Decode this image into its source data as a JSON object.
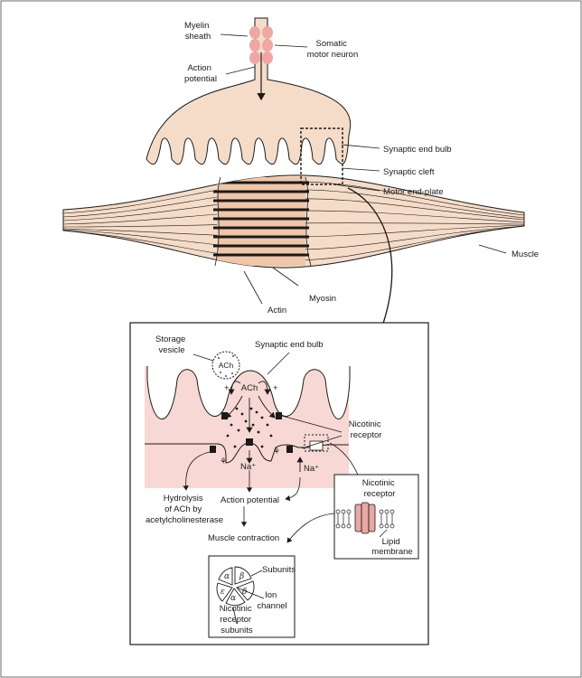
{
  "colors": {
    "tissue": "#f5dcc9",
    "tissue_dark": "#efc6a8",
    "myelin": "#f0a6a3",
    "membrane_band": "#f8d8d4",
    "line": "#1a1a1a",
    "outer_border": "#6b6b6b"
  },
  "overview": {
    "myelin_sheath": [
      "Myelin",
      "sheath"
    ],
    "somatic_motor_neuron": [
      "Somatic",
      "motor neuron"
    ],
    "action_potential": [
      "Action",
      "potential"
    ],
    "synaptic_end_bulb": "Synaptic end bulb",
    "synaptic_cleft": "Synaptic cleft",
    "motor_end_plate": "Motor end-plate",
    "muscle": "Muscle",
    "myosin": "Myosin",
    "actin": "Actin"
  },
  "detail": {
    "storage_vesicle": [
      "Storage",
      "vesicle"
    ],
    "vesicle_content": "ACh",
    "synaptic_end_bulb": "Synaptic end bulb",
    "ach": "ACh",
    "plus": "+",
    "nicotinic_receptor": [
      "Nicotinic",
      "receptor"
    ],
    "na_plus": "Na⁺",
    "hydrolysis": [
      "Hydrolysis",
      "of ACh by",
      "acetylcholinesterase"
    ],
    "action_potential": "Action potential",
    "muscle_contraction": "Muscle contraction"
  },
  "receptor_inset": {
    "title": [
      "Nicotinic",
      "receptor"
    ],
    "lipid_membrane": [
      "Lipid",
      "membrane"
    ]
  },
  "subunits_inset": {
    "subunits": "Subunits",
    "ion_channel": [
      "Ion",
      "channel"
    ],
    "nicotinic_receptor_subunits": [
      "Nicotinic",
      "receptor",
      "subunits"
    ],
    "greek": [
      "α",
      "β",
      "δ",
      "α",
      "ε"
    ]
  }
}
